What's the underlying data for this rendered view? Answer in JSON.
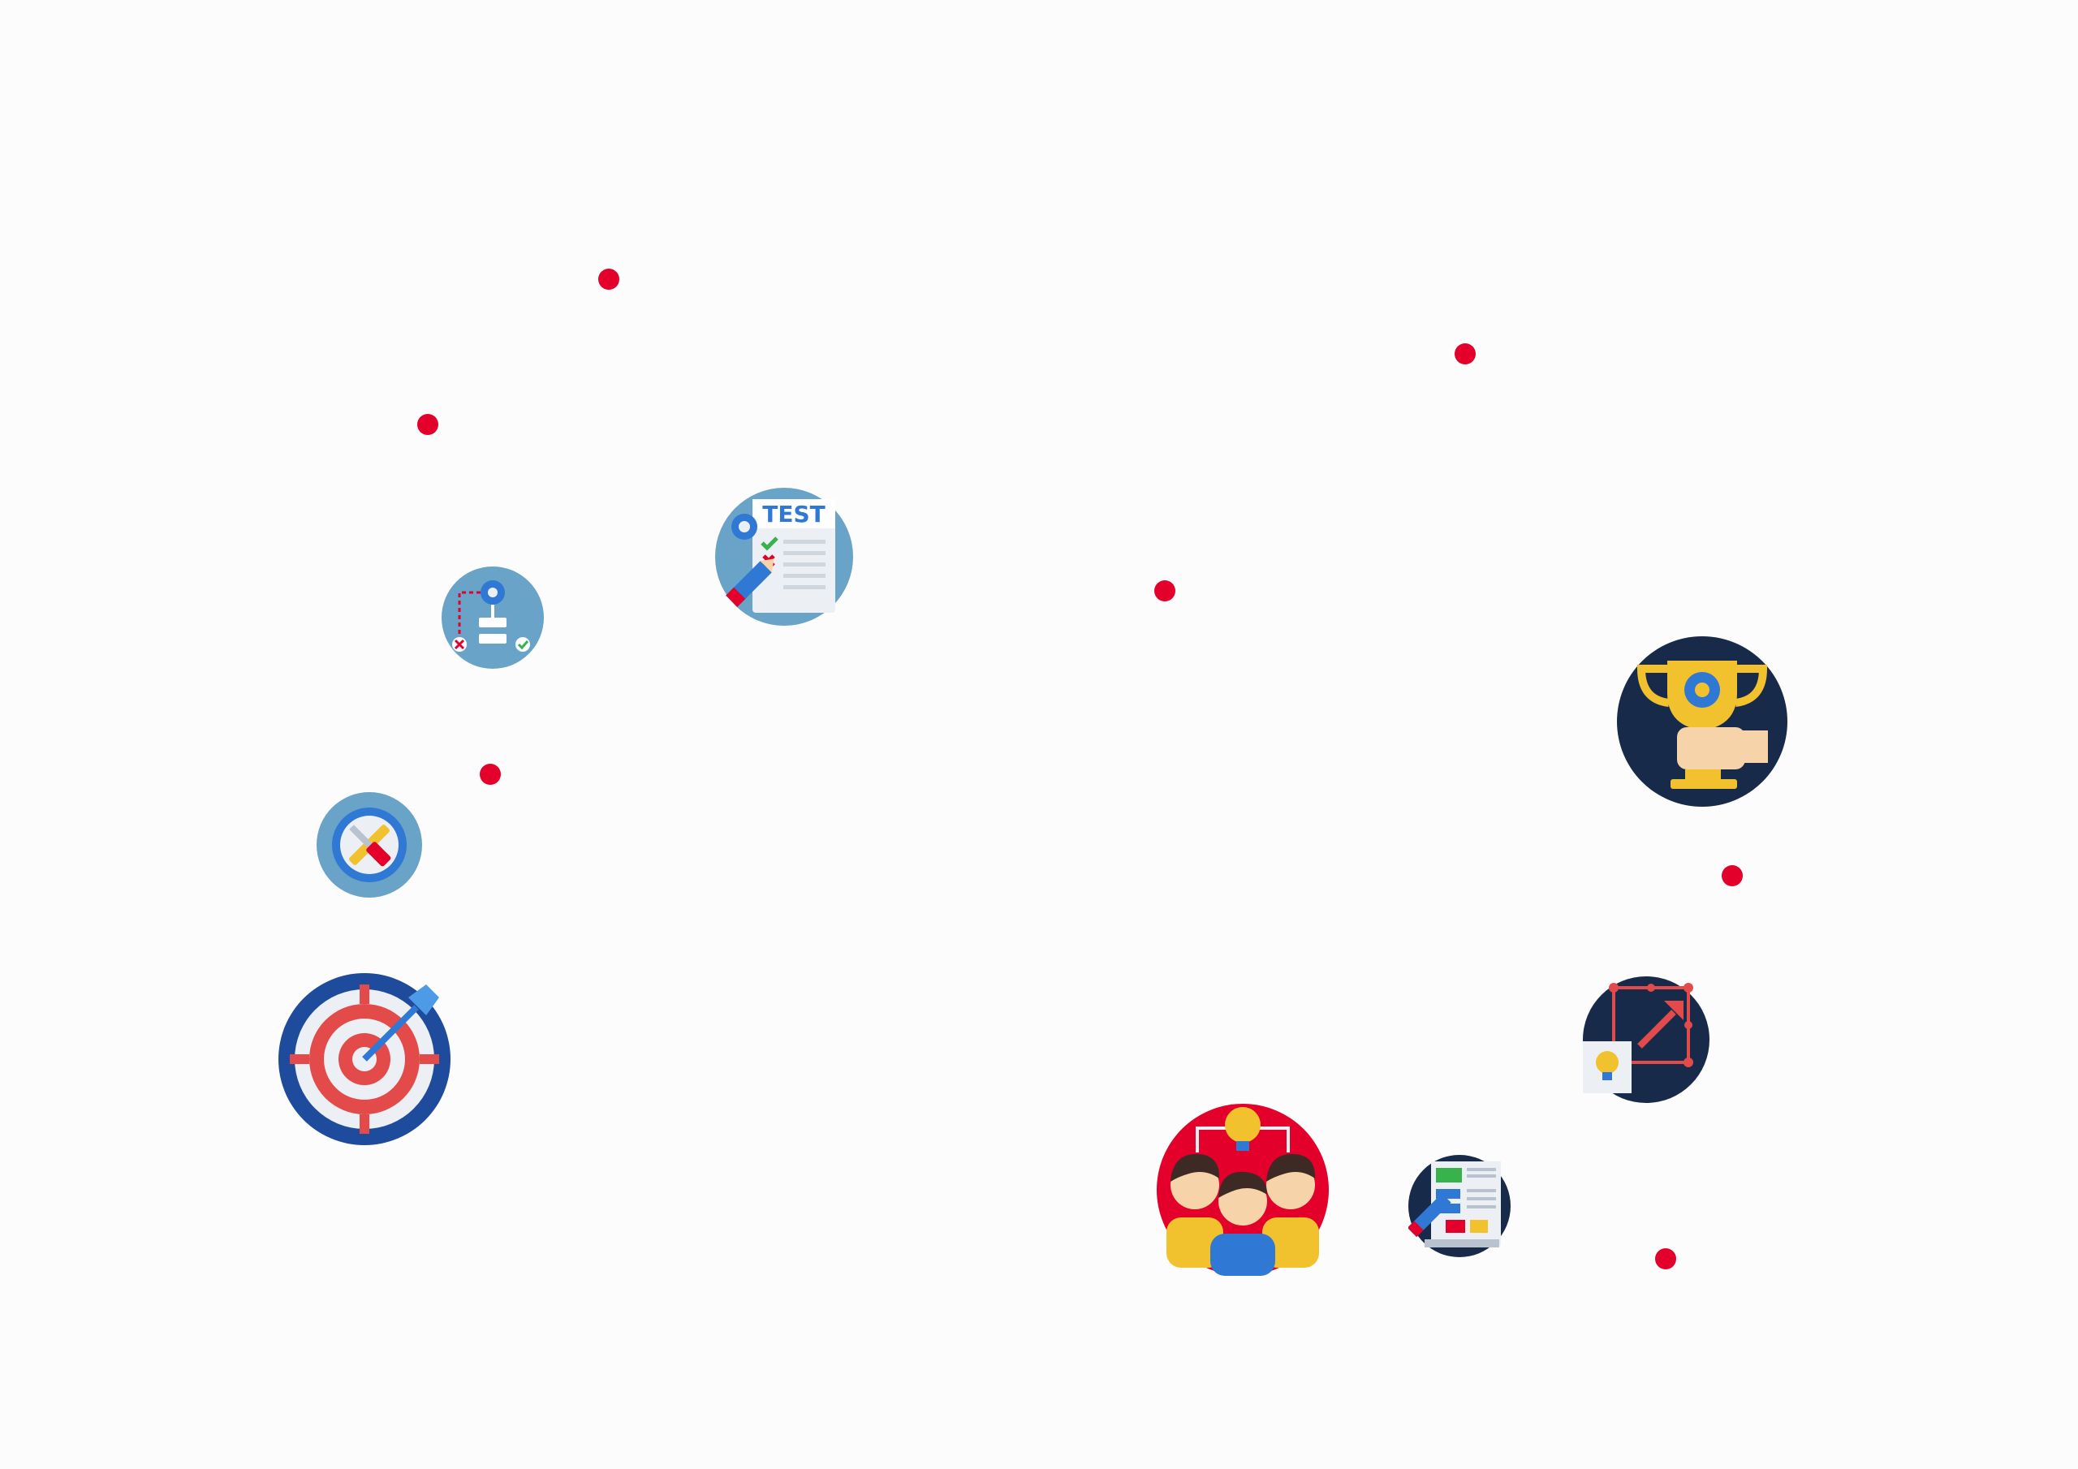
{
  "colors": {
    "background": "#fcfcfc",
    "accent_red": "#e3002b",
    "navy": "#172a4a",
    "steel_blue": "#69a3c7",
    "gold": "#f2c12e"
  },
  "dots": [
    {
      "name": "red-dot-1"
    },
    {
      "name": "red-dot-2"
    },
    {
      "name": "red-dot-3"
    },
    {
      "name": "red-dot-4"
    },
    {
      "name": "red-dot-5"
    },
    {
      "name": "red-dot-6"
    },
    {
      "name": "red-dot-7"
    }
  ],
  "icons": {
    "test": {
      "icon": "test-checklist-icon",
      "label": "TEST"
    },
    "workflow": {
      "icon": "workflow-gear-icon"
    },
    "tools": {
      "icon": "tools-gear-icon"
    },
    "target": {
      "icon": "target-dart-icon"
    },
    "trophy": {
      "icon": "trophy-hand-icon"
    },
    "scale": {
      "icon": "scale-idea-icon"
    },
    "team": {
      "icon": "team-idea-icon"
    },
    "design": {
      "icon": "web-design-icon"
    }
  }
}
